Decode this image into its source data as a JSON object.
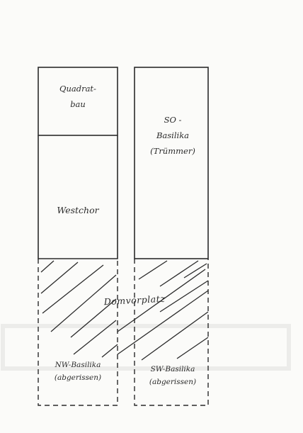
{
  "labels": {
    "quadratbau": [
      "Quadrat-",
      "bau"
    ],
    "so_basilika": [
      "SO -",
      "Basilika",
      "(Trümmer)"
    ],
    "westchor": "Westchor",
    "domvorplatz": "Domvorplatz",
    "nw_basilika": [
      "NW-Basilika",
      "(abgerissen)"
    ],
    "sw_basilika": [
      "SW-Basilika",
      "(abgerissen)"
    ]
  },
  "colors": {
    "ink": "#2a2a2a",
    "paper": "#fbfbf9"
  }
}
